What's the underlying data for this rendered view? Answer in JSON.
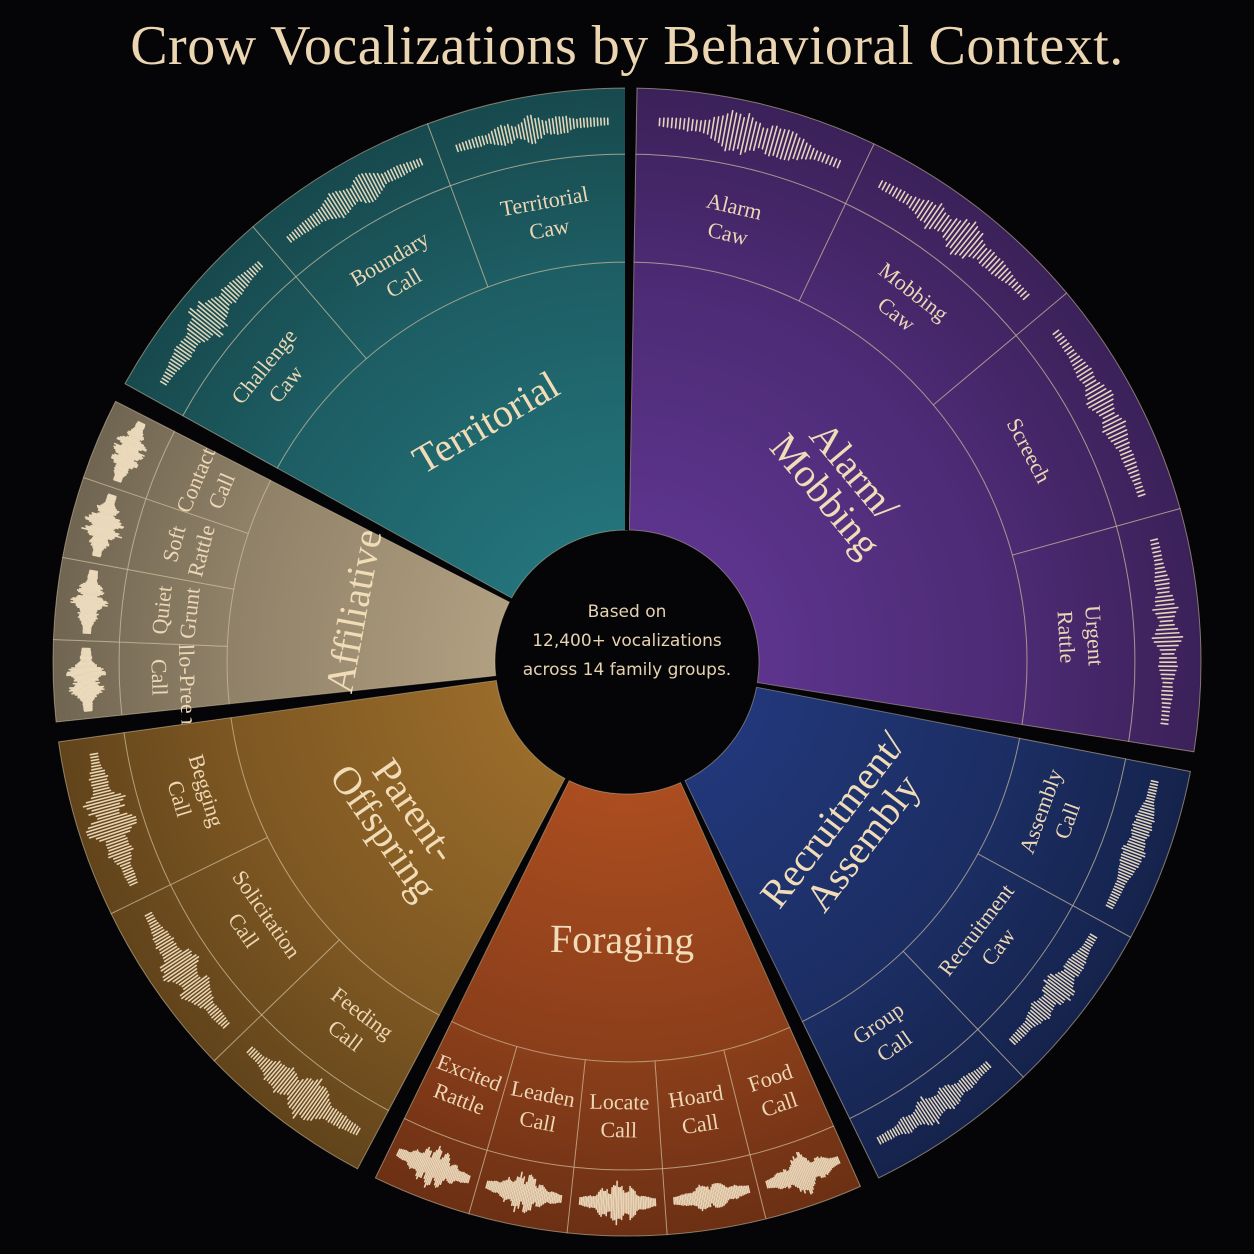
{
  "title": "Crow Vocalizations by Behavioral Context.",
  "center_note": [
    "Based on",
    "12,400+ vocalizations",
    "across 14 family groups."
  ],
  "chart_data": {
    "type": "sunburst",
    "title": "Crow Vocalizations by Behavioral Context.",
    "rings": [
      "behavioral context",
      "call type",
      "waveform"
    ],
    "contexts": [
      {
        "name": "Territorial",
        "color": "#1d5d63",
        "calls": [
          "Challenge Caw",
          "Boundary Call",
          "Territorial Caw"
        ]
      },
      {
        "name": "Alarm/ Mobbing",
        "color": "#4b2a72",
        "calls": [
          "Alarm Caw",
          "Mobbing Caw",
          "Screech",
          "Urgent Rattle"
        ]
      },
      {
        "name": "Recruitment/ Assembly",
        "color": "#1b2d62",
        "calls": [
          "Assembly Call",
          "Recruitment Caw",
          "Group Call"
        ]
      },
      {
        "name": "Foraging",
        "color": "#8a3e1a",
        "calls": [
          "Food Call",
          "Hoard Call",
          "Locate Call",
          "Leaden Call",
          "Excited Rattle"
        ]
      },
      {
        "name": "Parent- Offspring",
        "color": "#7d5722",
        "calls": [
          "Feeding Call",
          "Solicitation Call",
          "Begging Call"
        ]
      },
      {
        "name": "Affiliative",
        "color": "#8f8168",
        "calls": [
          "Allo-Preen Call",
          "Quiet Grunt",
          "Soft Rattle",
          "Contact Call"
        ]
      }
    ],
    "waveform_color": "#f4e2c4"
  }
}
